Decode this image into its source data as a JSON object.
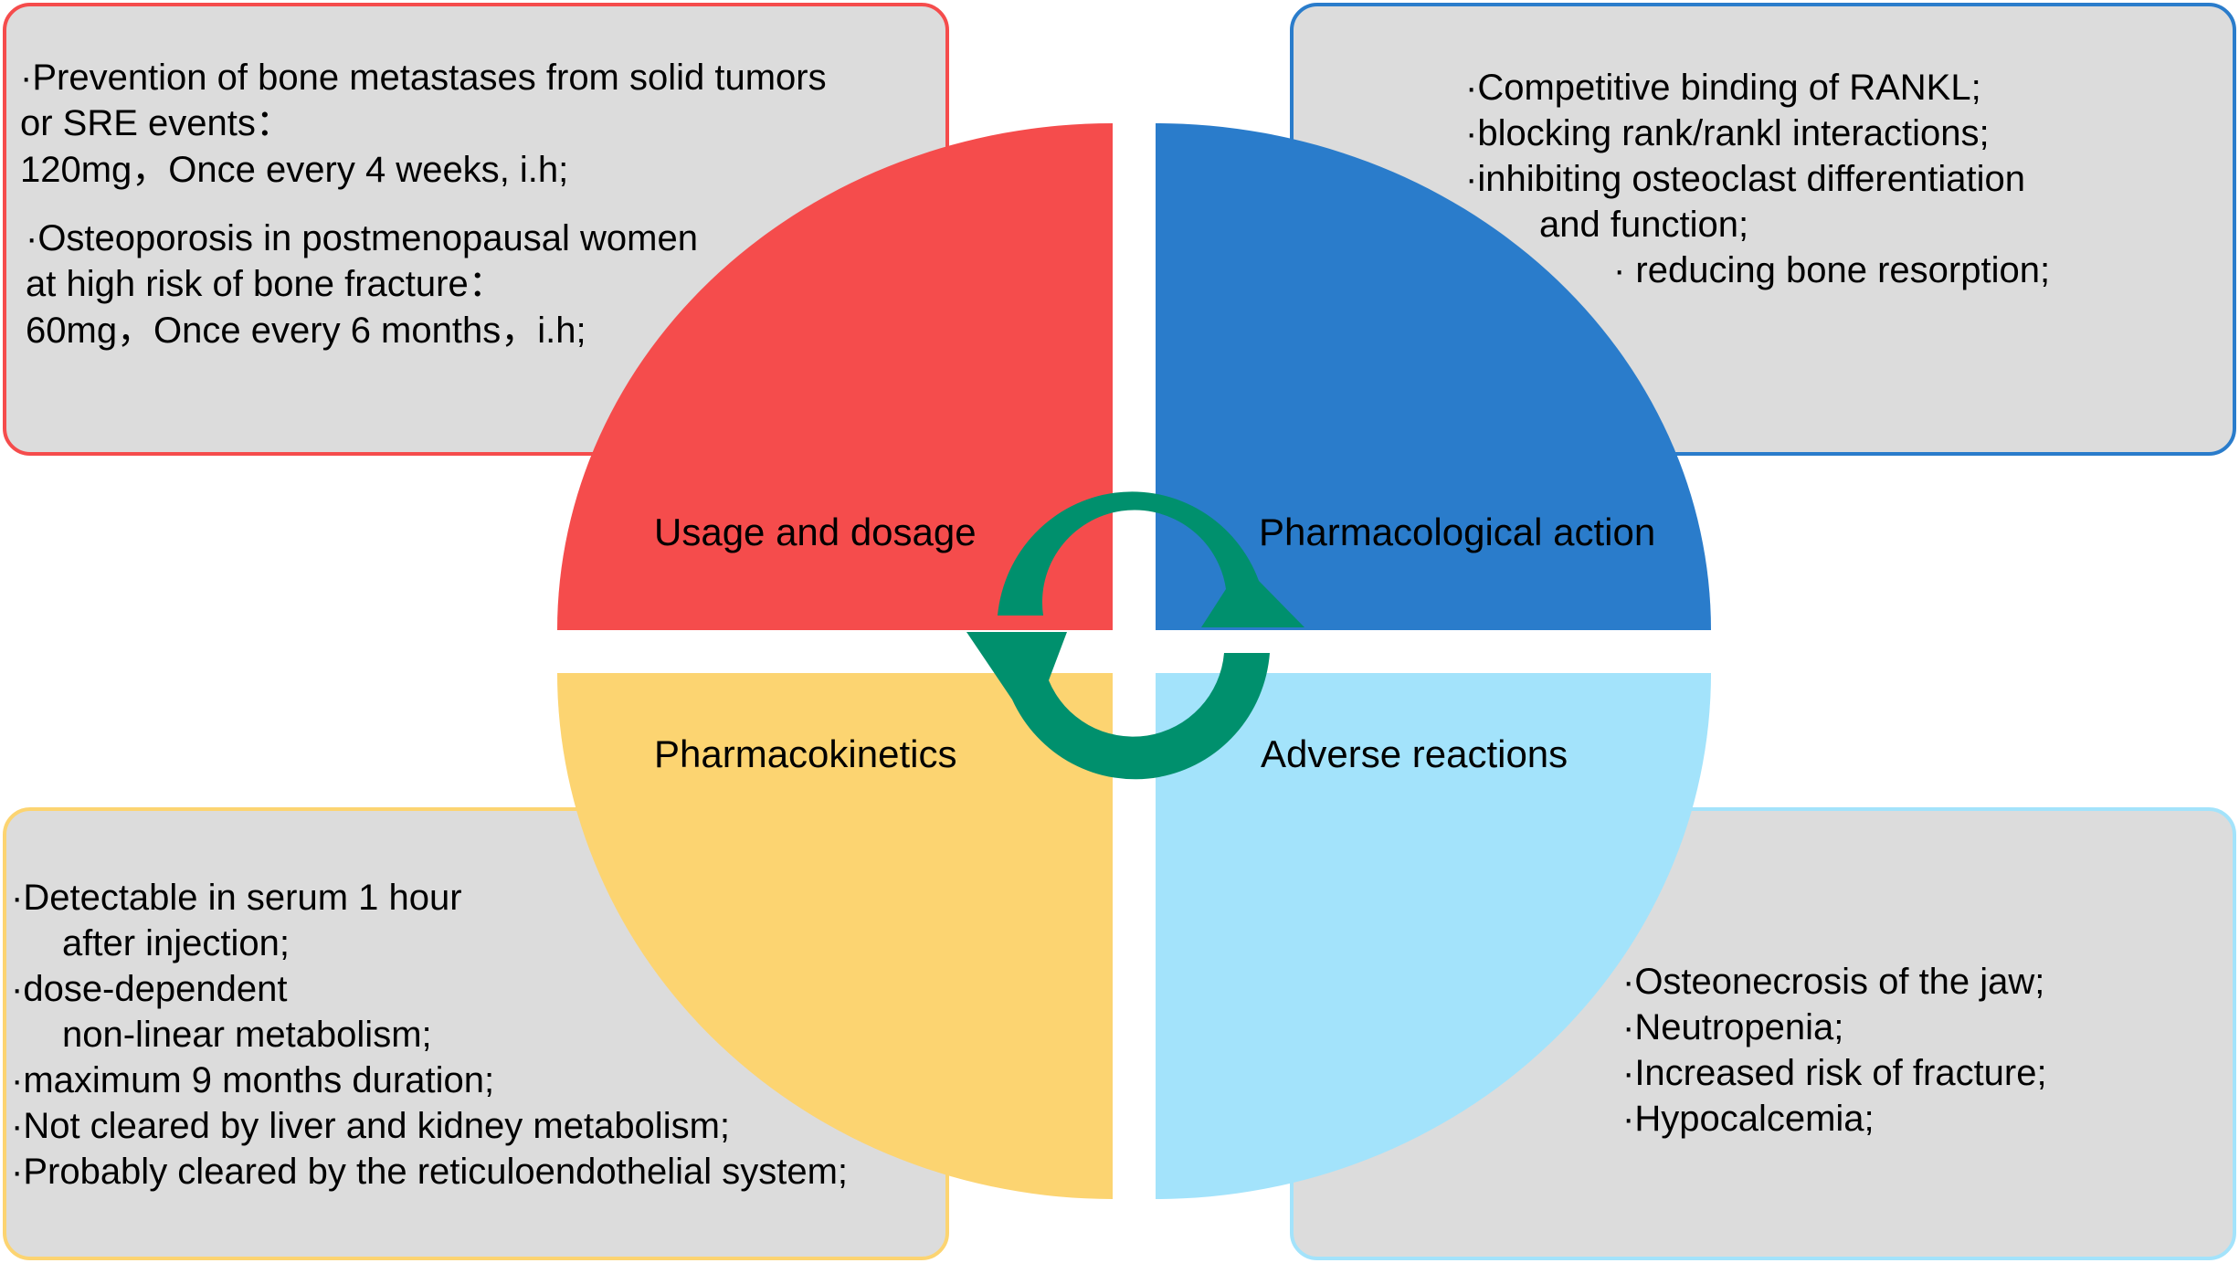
{
  "colors": {
    "usage": "#f54c4c",
    "pharmacology": "#2a7ccb",
    "pharmacokinetics": "#fcd471",
    "adverse": "#a3e3fb",
    "panel_fill": "#dcdcdc",
    "cycle_arrow": "#00906d"
  },
  "quadrants": {
    "usage": {
      "label": "Usage and dosage"
    },
    "pharmacology": {
      "label": "Pharmacological action"
    },
    "pharmacokinetics": {
      "label": "Pharmacokinetics"
    },
    "adverse": {
      "label": "Adverse reactions"
    }
  },
  "panels": {
    "usage": {
      "lines": [
        "·Prevention of bone metastases from solid tumors",
        "or SRE events：",
        "120mg，Once every 4 weeks, i.h;",
        "·Osteoporosis in postmenopausal women",
        "at high risk of bone fracture：",
        "60mg，Once every 6 months，i.h;"
      ]
    },
    "pharmacology": {
      "lines": [
        "·Competitive binding of RANKL;",
        "·blocking rank/rankl interactions;",
        "·inhibiting osteoclast differentiation",
        "and function;",
        "· reducing bone resorption;"
      ]
    },
    "pharmacokinetics": {
      "lines": [
        "·Detectable in serum 1 hour",
        "after injection;",
        "·dose-dependent",
        "non-linear metabolism;",
        "·maximum 9 months duration;",
        "·Not cleared by liver and kidney metabolism;",
        "·Probably cleared by the reticuloendothelial system;"
      ]
    },
    "adverse": {
      "lines": [
        "·Osteonecrosis of the jaw;",
        "·Neutropenia;",
        "·Increased risk of fracture;",
        "·Hypocalcemia;"
      ]
    }
  },
  "icons": {
    "cycle": "circular-arrows-icon"
  }
}
